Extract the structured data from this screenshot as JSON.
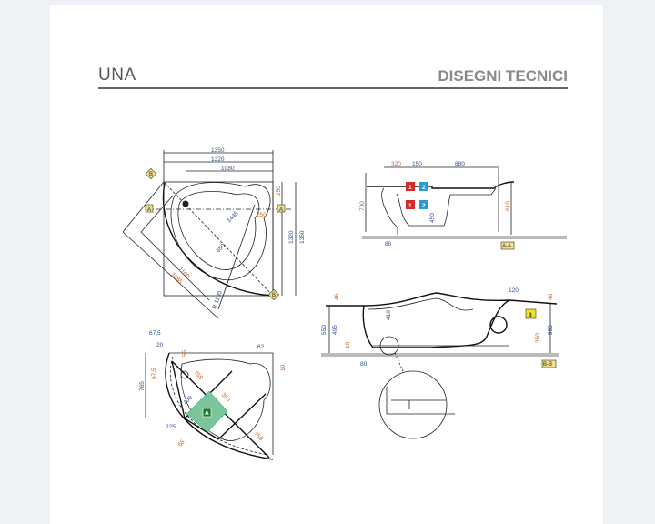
{
  "header": {
    "product": "UNA",
    "section": "DISEGNI TECNICI"
  },
  "top_view": {
    "dims": [
      "1350",
      "1320",
      "1080",
      "250",
      "250",
      "1445",
      "650",
      "1160",
      "1865",
      "R 1100",
      "1320",
      "1350"
    ],
    "section_marks": [
      "A",
      "A",
      "B",
      "B"
    ]
  },
  "section_aa": {
    "dims": [
      "320",
      "150",
      "880",
      "700",
      "610",
      "450",
      "80"
    ],
    "labels": [
      "1",
      "2",
      "1",
      "2"
    ],
    "tag": "A-A"
  },
  "section_bb": {
    "dims": [
      "46",
      "550",
      "495",
      "10",
      "80",
      "410",
      "120",
      "40",
      "350",
      "550"
    ],
    "labels": [
      "3"
    ],
    "tag": "B-B"
  },
  "frame_view": {
    "dims": [
      "67,5",
      "20",
      "55",
      "62",
      "10",
      "67,5",
      "765",
      "759",
      "400",
      "350",
      "759",
      "225",
      "65"
    ],
    "label": "A"
  },
  "colors": {
    "red": "#d42a2a",
    "blue": "#2a9ad4",
    "yellow": "#f2e21a",
    "green": "#7cc49a"
  }
}
